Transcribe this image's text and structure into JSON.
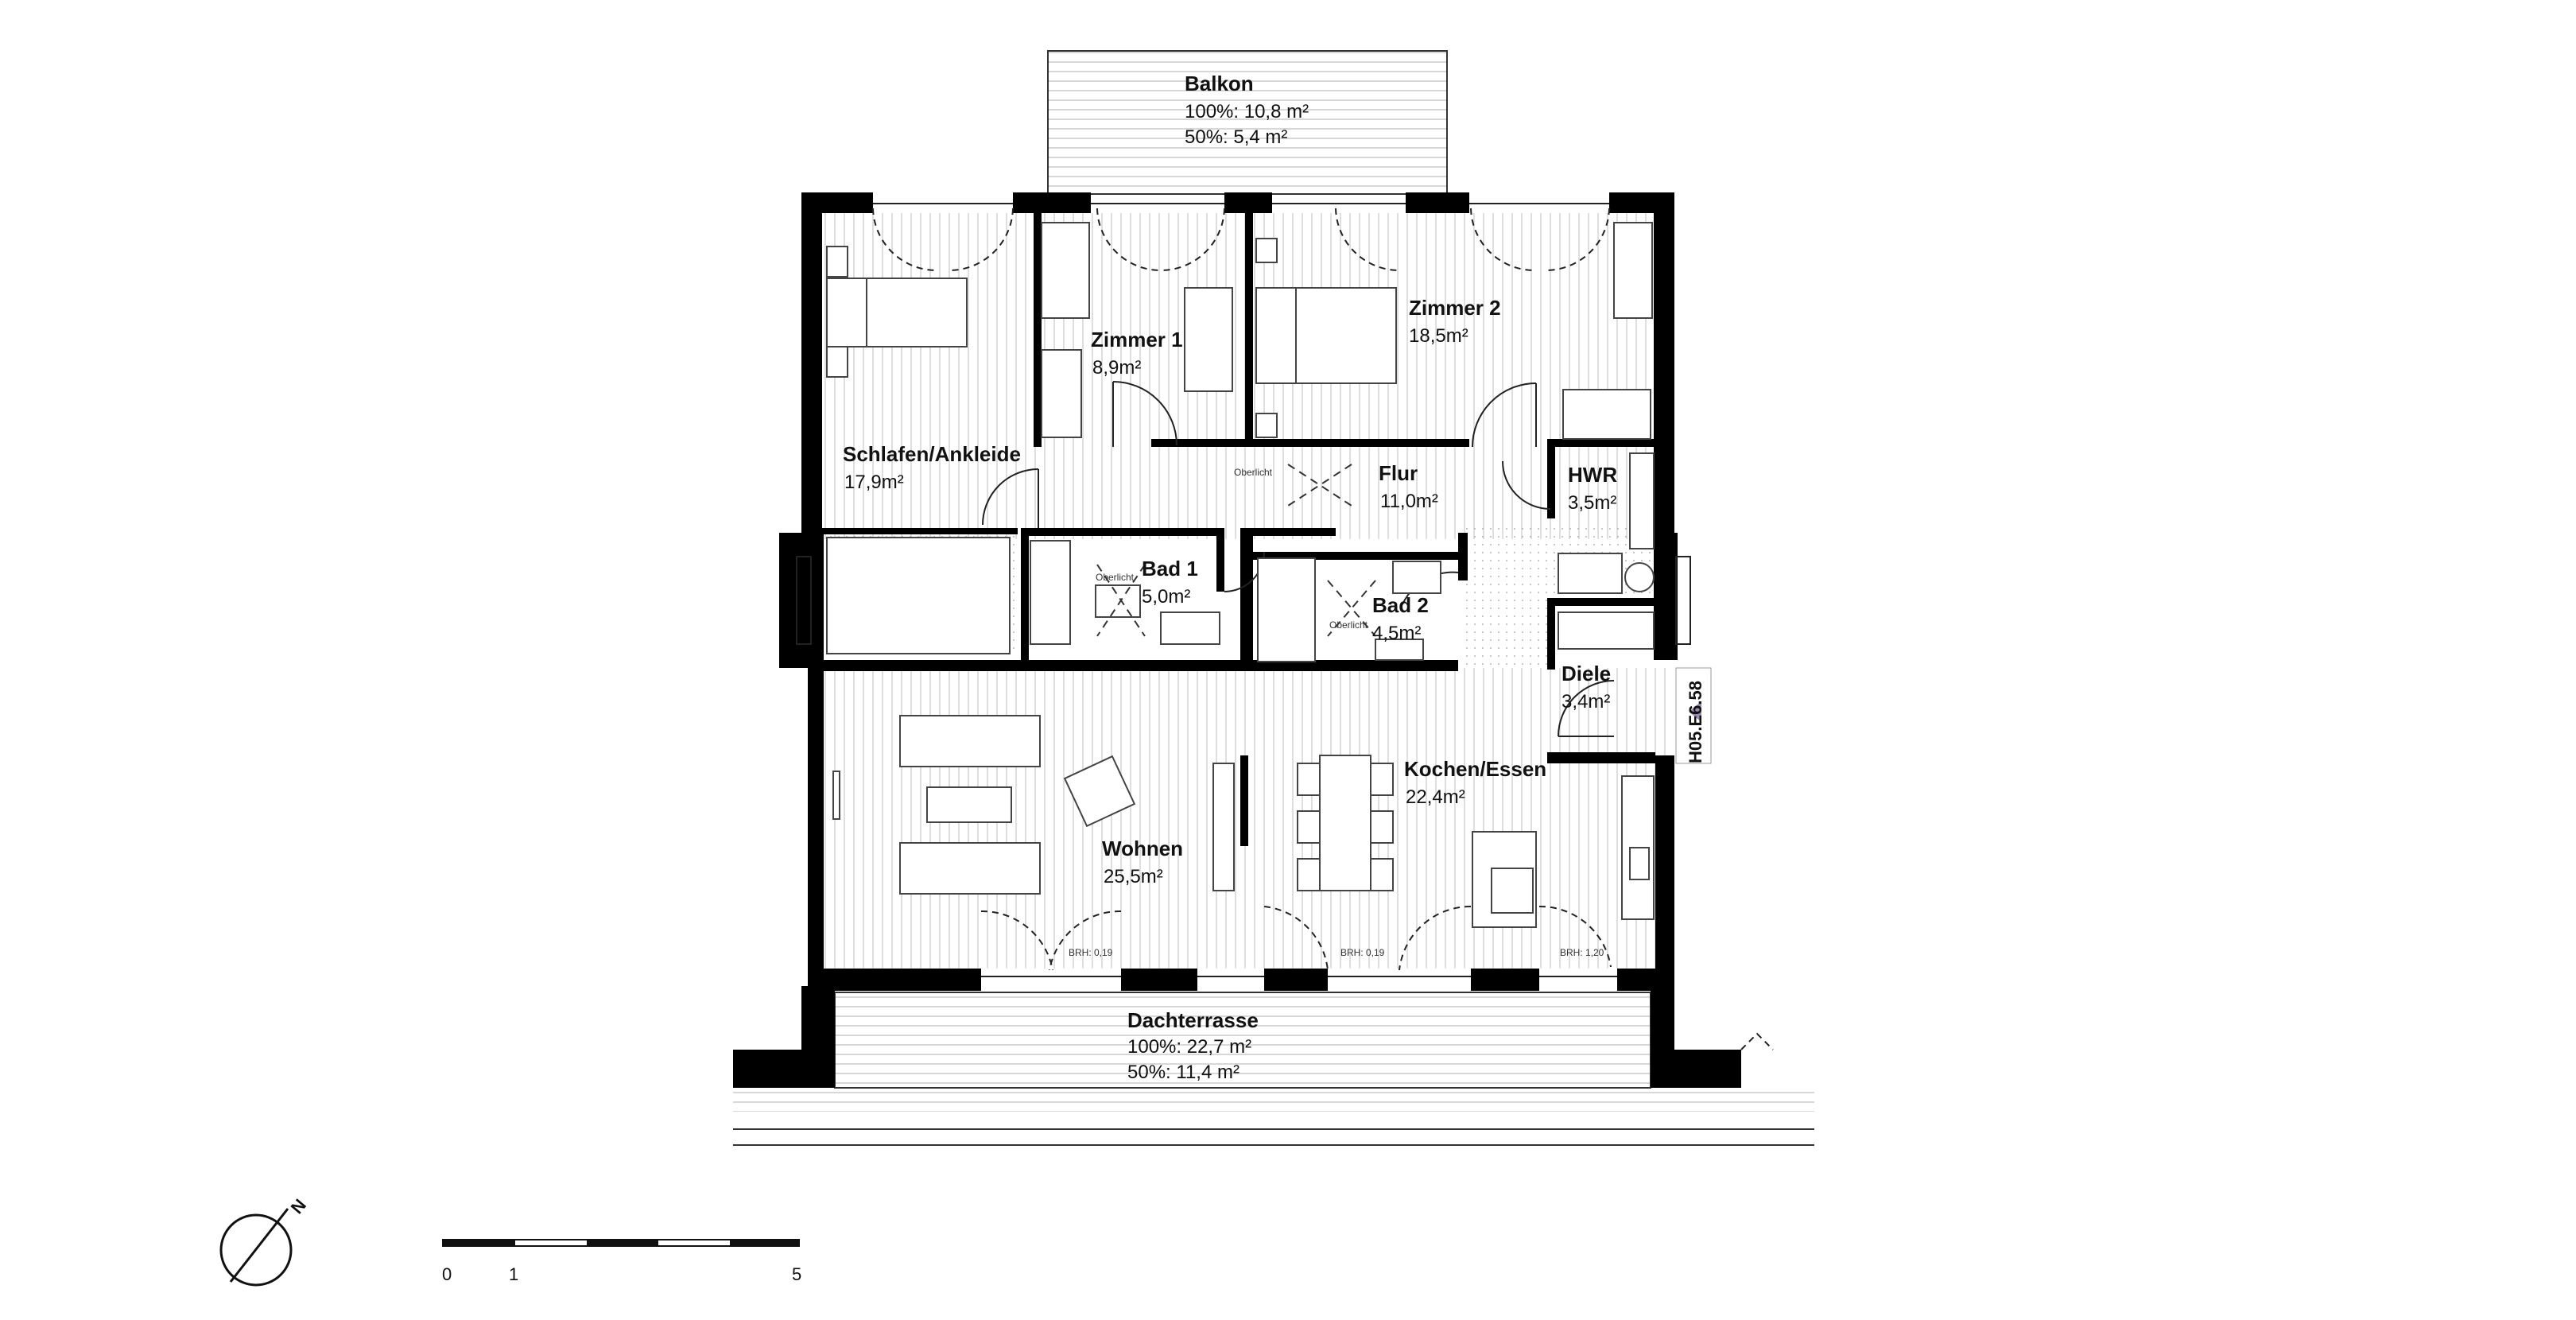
{
  "rooms": {
    "balkon": {
      "name": "Balkon",
      "area_100": "100%: 10,8 m²",
      "area_50": "50%: 5,4 m²"
    },
    "schlafen": {
      "name": "Schlafen/Ankleide",
      "area": "17,9m²"
    },
    "zimmer1": {
      "name": "Zimmer 1",
      "area": "8,9m²"
    },
    "zimmer2": {
      "name": "Zimmer 2",
      "area": "18,5m²"
    },
    "flur": {
      "name": "Flur",
      "area": "11,0m²"
    },
    "hwr": {
      "name": "HWR",
      "area": "3,5m²"
    },
    "bad1": {
      "name": "Bad 1",
      "area": "5,0m²"
    },
    "bad2": {
      "name": "Bad 2",
      "area": "4,5m²"
    },
    "diele": {
      "name": "Diele",
      "area": "3,4m²"
    },
    "kochen": {
      "name": "Kochen/Essen",
      "area": "22,4m²"
    },
    "wohnen": {
      "name": "Wohnen",
      "area": "25,5m²"
    },
    "dachterrasse": {
      "name": "Dachterrasse",
      "area_100": "100%: 22,7 m²",
      "area_50": "50%: 11,4 m²"
    }
  },
  "annotations": {
    "oberlicht": "Oberlicht",
    "brh_1": "BRH: 0,19",
    "brh_2": "BRH: 0,19",
    "brh_3": "BRH: 1,20",
    "unit_code": "H05.E6.58"
  },
  "north_arrow": {
    "label": "N"
  },
  "scale_bar": {
    "labels": [
      "0",
      "1",
      "5"
    ]
  },
  "colors": {
    "wall": "#000000",
    "line": "#222222",
    "unit_marker": "#9a8bb0"
  }
}
